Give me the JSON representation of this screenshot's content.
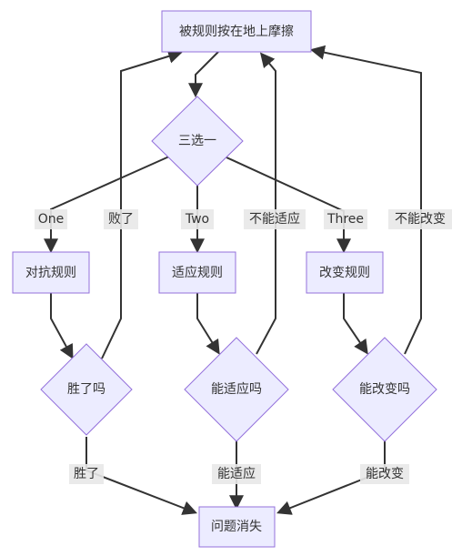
{
  "nodes": {
    "start": "被规则按在地上摩擦",
    "choice": "三选一",
    "fight": "对抗规则",
    "adapt": "适应规则",
    "change": "改变规则",
    "win_check": "胜了吗",
    "adapt_check": "能适应吗",
    "change_check": "能改变吗",
    "end": "问题消失"
  },
  "edges": {
    "one": "One",
    "two": "Two",
    "three": "Three",
    "lose": "败了",
    "cannot_adapt": "不能适应",
    "cannot_change": "不能改变",
    "win": "胜了",
    "can_adapt": "能适应",
    "can_change": "能改变"
  }
}
